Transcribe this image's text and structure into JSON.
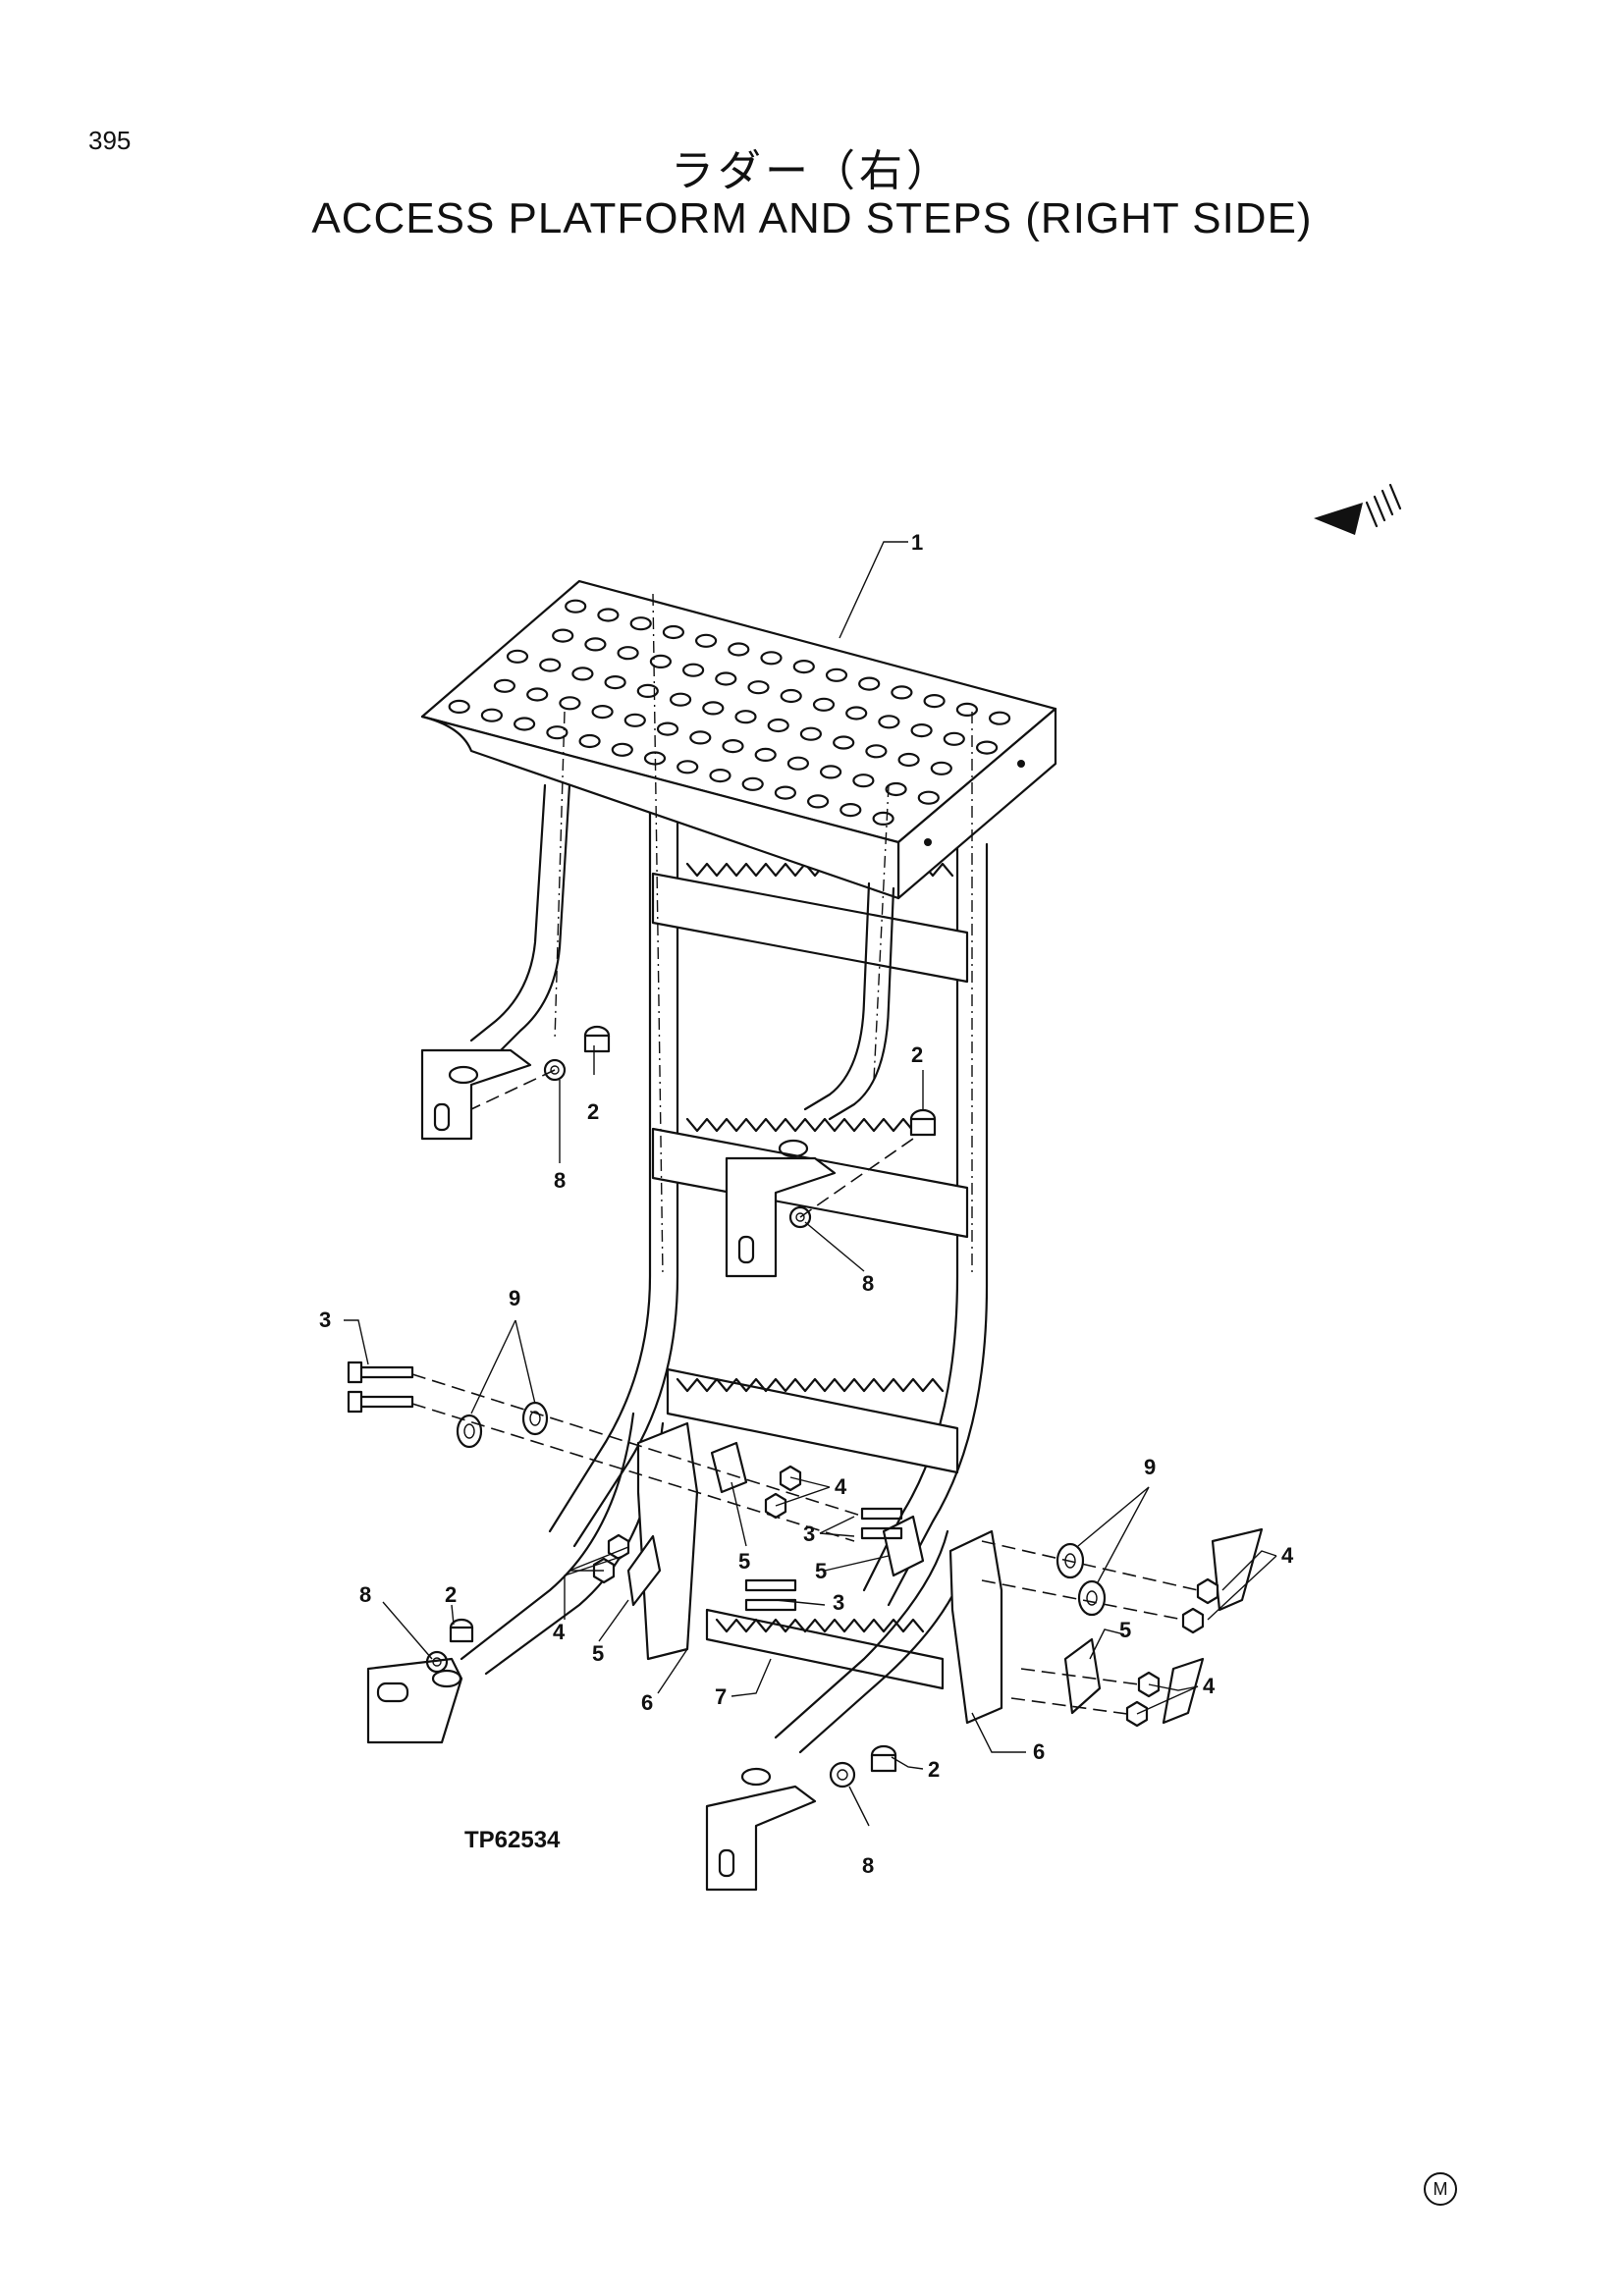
{
  "page_number": "395",
  "title_japanese": "ラダー（右）",
  "title_english": "ACCESS PLATFORM AND STEPS (RIGHT SIDE)",
  "reference_code": "TP62534",
  "corner_mark": "M",
  "direction_arrow_icon": "front-direction-arrow-icon",
  "callouts": [
    {
      "id": "c1",
      "label": "1"
    },
    {
      "id": "c2a",
      "label": "2"
    },
    {
      "id": "c2b",
      "label": "2"
    },
    {
      "id": "c2c",
      "label": "2"
    },
    {
      "id": "c2d",
      "label": "2"
    },
    {
      "id": "c3a",
      "label": "3"
    },
    {
      "id": "c3b",
      "label": "3"
    },
    {
      "id": "c3c",
      "label": "3"
    },
    {
      "id": "c4a",
      "label": "4"
    },
    {
      "id": "c4b",
      "label": "4"
    },
    {
      "id": "c4c",
      "label": "4"
    },
    {
      "id": "c4d",
      "label": "4"
    },
    {
      "id": "c5a",
      "label": "5"
    },
    {
      "id": "c5b",
      "label": "5"
    },
    {
      "id": "c5c",
      "label": "5"
    },
    {
      "id": "c5d",
      "label": "5"
    },
    {
      "id": "c6a",
      "label": "6"
    },
    {
      "id": "c6b",
      "label": "6"
    },
    {
      "id": "c7",
      "label": "7"
    },
    {
      "id": "c8a",
      "label": "8"
    },
    {
      "id": "c8b",
      "label": "8"
    },
    {
      "id": "c8c",
      "label": "8"
    },
    {
      "id": "c8d",
      "label": "8"
    },
    {
      "id": "c9a",
      "label": "9"
    },
    {
      "id": "c9b",
      "label": "9"
    }
  ]
}
